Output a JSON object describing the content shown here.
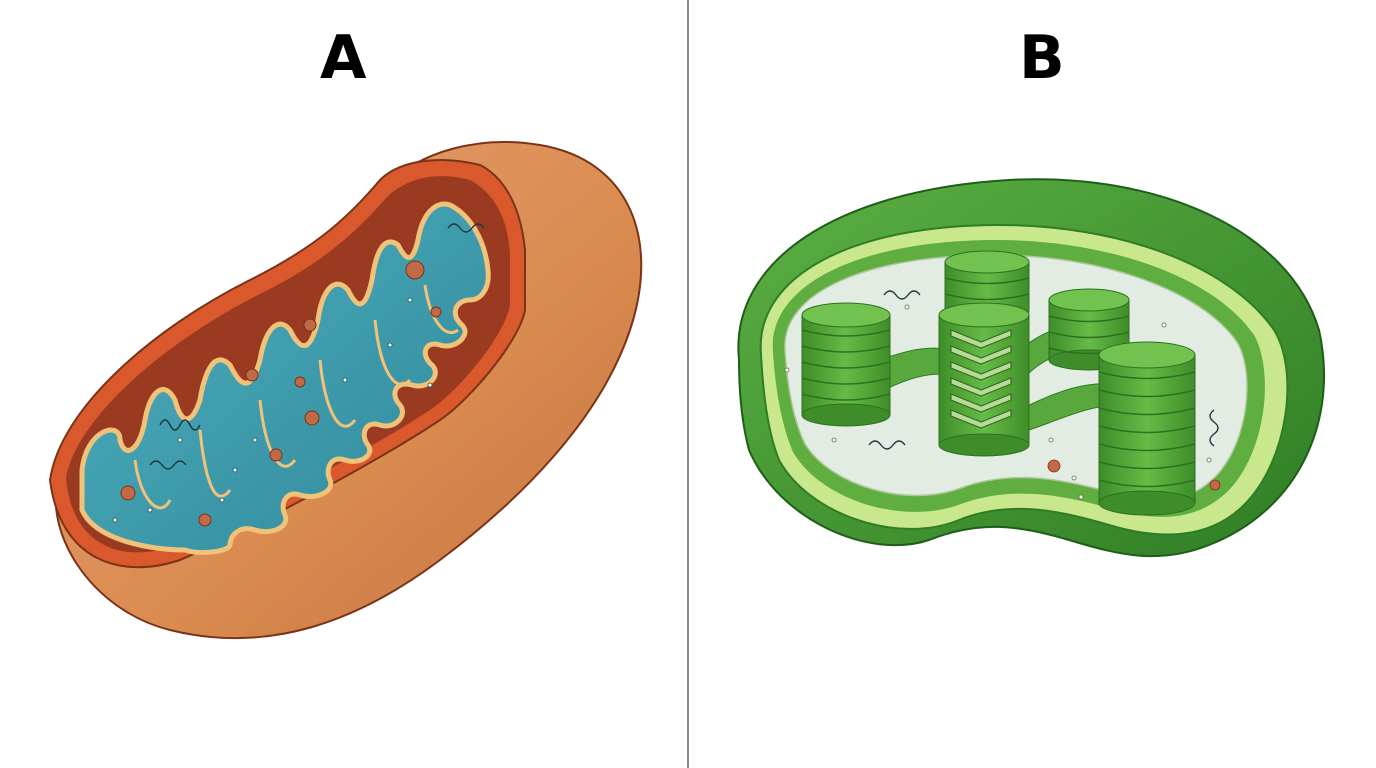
{
  "panels": [
    {
      "label": "A",
      "illustration": "mitochondrion-cutaway"
    },
    {
      "label": "B",
      "illustration": "chloroplast-cutaway"
    }
  ],
  "colors": {
    "mito_outer": "#d98a4e",
    "mito_membrane": "#d9592c",
    "mito_matrix": "#3f9eb0",
    "mito_cristae_edge": "#f0c27a",
    "chloro_outer": "#3f9a33",
    "chloro_inner_band": "#c9e88d",
    "chloro_stroma": "#e3ece3",
    "grana": "#56aa3a",
    "divider": "#8a8a8a"
  }
}
